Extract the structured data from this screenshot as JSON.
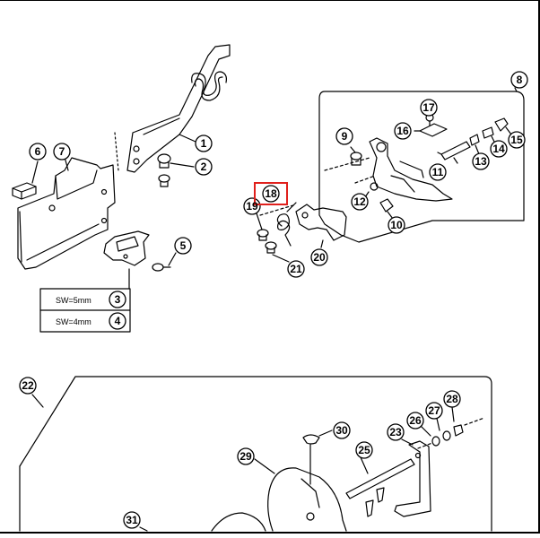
{
  "callouts": {
    "c1": "1",
    "c2": "2",
    "c3": "3",
    "c4": "4",
    "c5": "5",
    "c6": "6",
    "c7": "7",
    "c8": "8",
    "c9": "9",
    "c10": "10",
    "c11": "11",
    "c12": "12",
    "c13": "13",
    "c14": "14",
    "c15": "15",
    "c16": "16",
    "c17": "17",
    "c18": "18",
    "c19": "19",
    "c20": "20",
    "c21": "21",
    "c22": "22",
    "c23": "23",
    "c25": "25",
    "c26": "26",
    "c27": "27",
    "c28": "28",
    "c29": "29",
    "c30": "30",
    "c31": "31"
  },
  "spec_table": {
    "row1_label": "SW=5mm",
    "row2_label": "SW=4mm"
  },
  "highlight_color": "#e0201c"
}
